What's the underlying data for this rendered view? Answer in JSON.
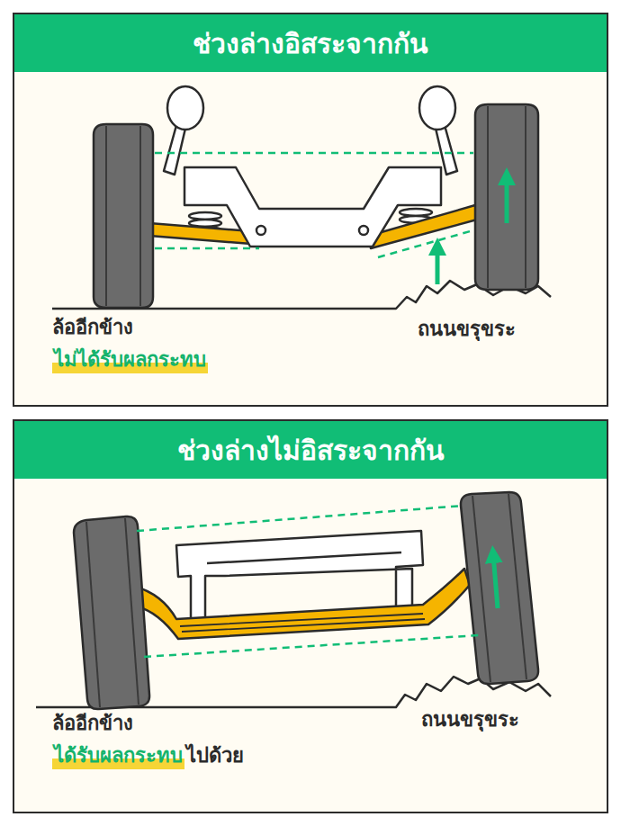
{
  "diagram": {
    "nodes": [
      {
        "text": [
          "ช่วงล่างอิสระจากกัน"
        ]
      },
      {
        "text": [
          "ช่วงล่างไม่อิสระจากกัน"
        ]
      }
    ],
    "labels": [
      "ล้ออีกข้าง",
      "ไม่ได้รับผลกระทบ",
      "ถนนขรุขระ",
      "ล้ออีกข้าง",
      "ได้รับผลกระทบ",
      "ไปด้วย",
      "ถนนขรุขระ"
    ]
  }
}
